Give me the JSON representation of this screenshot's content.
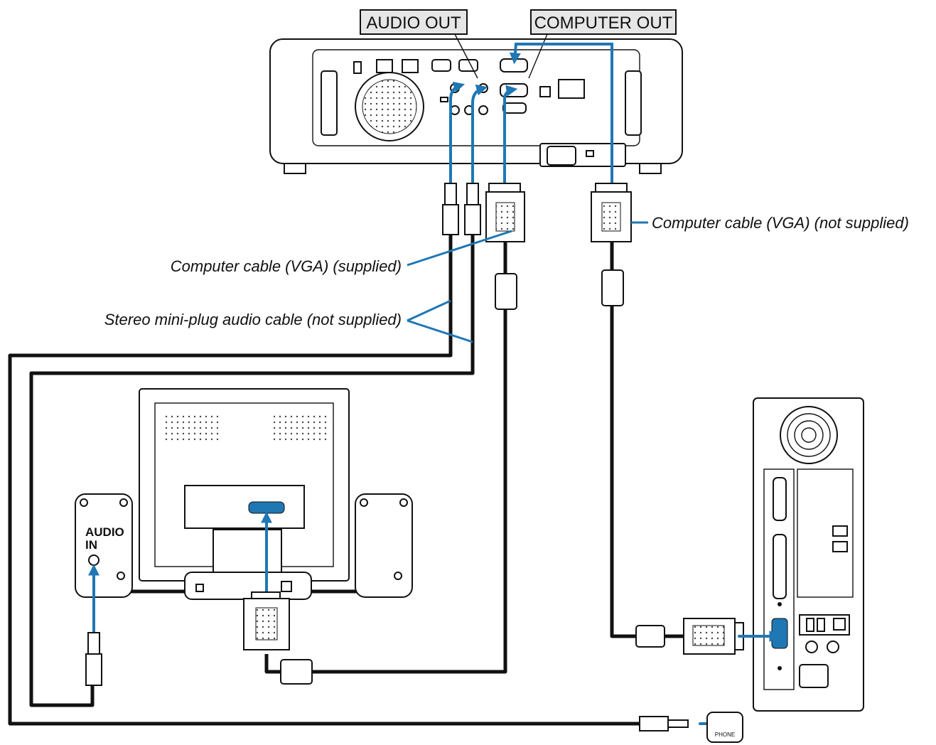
{
  "labels": {
    "audio_out": "AUDIO OUT",
    "computer_out": "COMPUTER OUT",
    "vga_not_supplied": "Computer cable (VGA) (not supplied)",
    "vga_supplied": "Computer cable (VGA) (supplied)",
    "stereo_cable": "Stereo mini-plug audio cable (not supplied)",
    "audio_in_line1": "AUDIO",
    "audio_in_line2": "IN",
    "phone": "PHONE"
  },
  "colors": {
    "connection_arrow": "#1f77b4",
    "cable": "#111111"
  },
  "components": [
    "projector",
    "monitor",
    "left-speaker",
    "right-speaker",
    "computer-tower"
  ]
}
